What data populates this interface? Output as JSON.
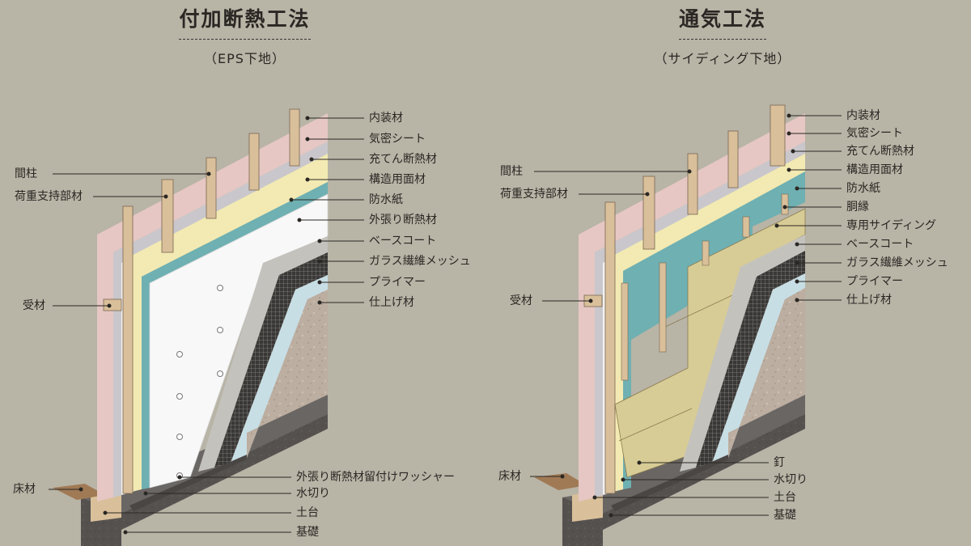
{
  "left": {
    "title": "付加断熱工法",
    "subtitle": "（EPS下地）",
    "labels_right": [
      "内装材",
      "気密シート",
      "充てん断熱材",
      "構造用面材",
      "防水紙",
      "外張り断熱材",
      "ベースコート",
      "ガラス繊維メッシュ",
      "プライマー",
      "仕上げ材"
    ],
    "labels_left": [
      "間柱",
      "荷重支持部材",
      "受材",
      "床材"
    ],
    "labels_bottom": [
      "外張り断熱材留付けワッシャー",
      "水切り",
      "土台",
      "基礎"
    ]
  },
  "right": {
    "title": "通気工法",
    "subtitle": "（サイディング下地）",
    "labels_right": [
      "内装材",
      "気密シート",
      "充てん断熱材",
      "構造用面材",
      "防水紙",
      "胴縁",
      "専用サイディング",
      "ベースコート",
      "ガラス繊維メッシュ",
      "プライマー",
      "仕上げ材"
    ],
    "labels_left": [
      "間柱",
      "荷重支持部材",
      "受材",
      "床材"
    ],
    "labels_bottom": [
      "釘",
      "水切り",
      "土台",
      "基礎"
    ]
  },
  "colors": {
    "background": "#b8b4a6",
    "interior": "#e6c7c3",
    "airtight_sheet": "#c9c7cb",
    "fill_insulation": "#f1f1f0",
    "structural_board": "#f2eab2",
    "waterproof_paper": "#6fb0b2",
    "eps_insulation": "#f8f8f8",
    "base_coat": "#c4c2bd",
    "mesh": "#3a3836",
    "primer": "#c8dee5",
    "finish": "#bcaea0",
    "siding": "#d8cc96",
    "stud": "#d9c09a",
    "foundation": "#5a5654",
    "floor": "#a07a55"
  }
}
